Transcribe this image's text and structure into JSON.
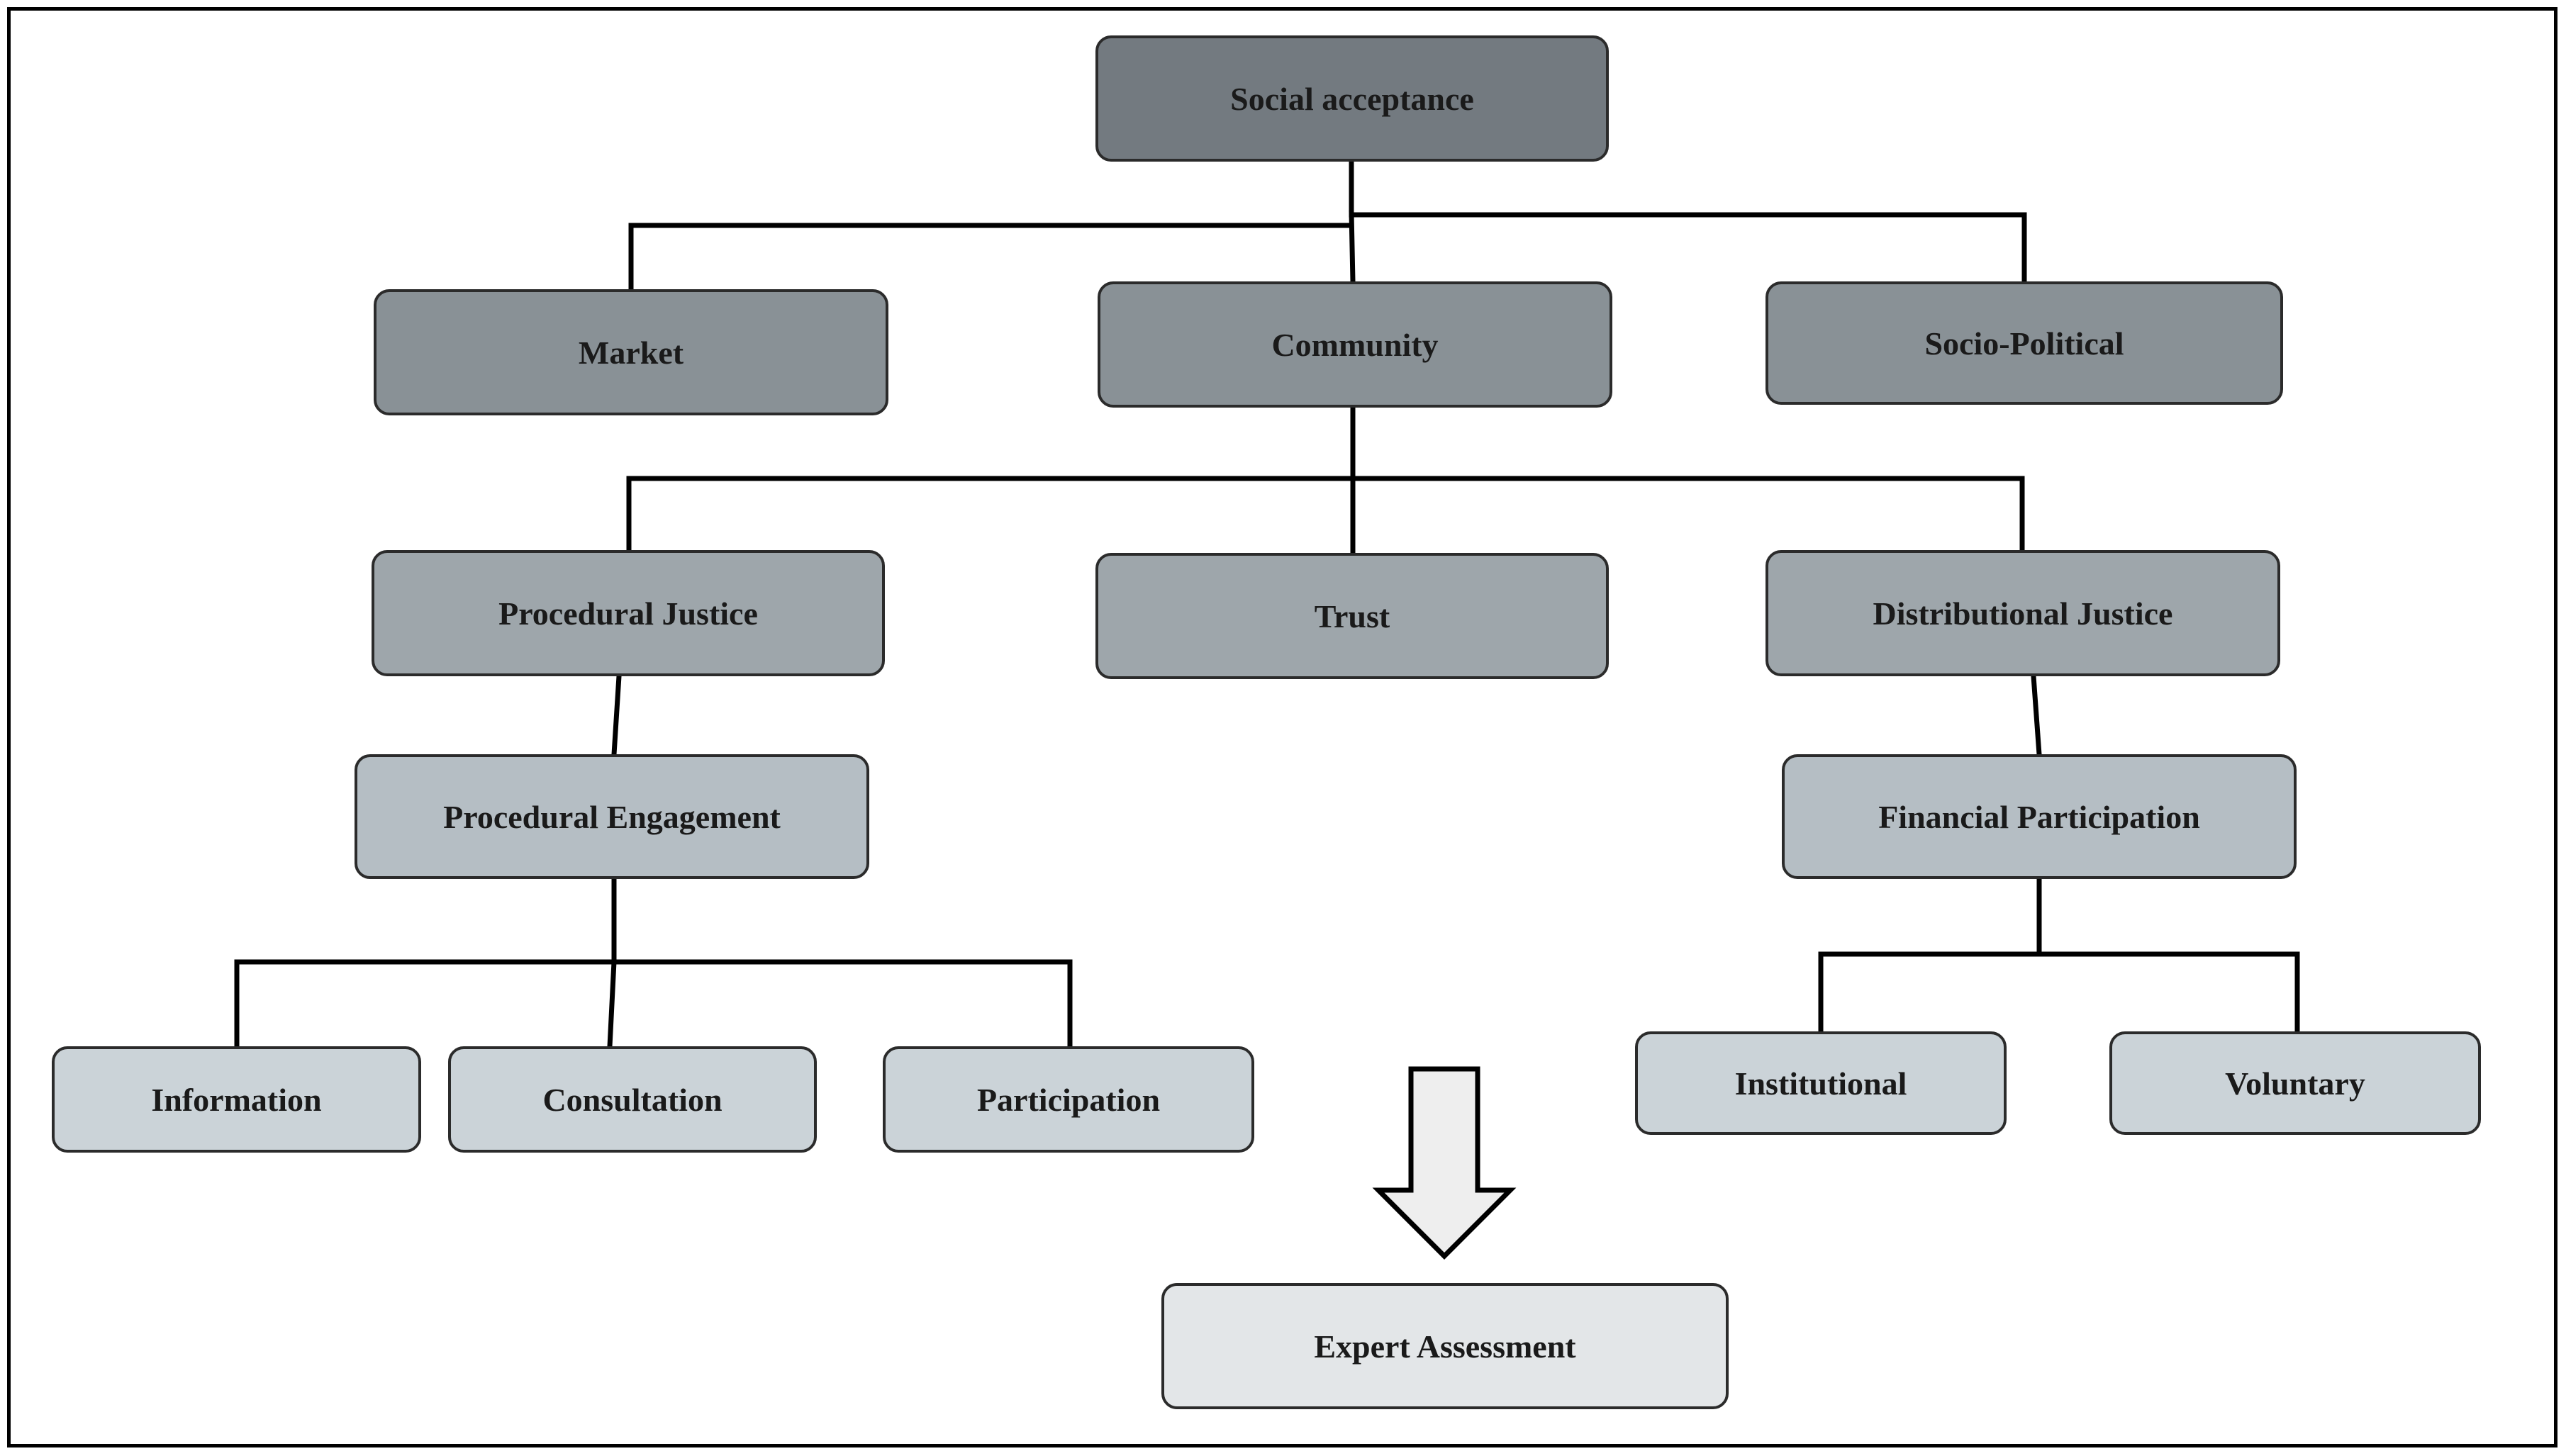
{
  "diagram": {
    "nodes": {
      "social_acceptance": "Social acceptance",
      "market": "Market",
      "community": "Community",
      "socio_political": "Socio-Political",
      "procedural_justice": "Procedural Justice",
      "trust": "Trust",
      "distributional_justice": "Distributional Justice",
      "procedural_engagement": "Procedural Engagement",
      "financial_participation": "Financial Participation",
      "information": "Information",
      "consultation": "Consultation",
      "participation": "Participation",
      "institutional": "Institutional",
      "voluntary": "Voluntary",
      "expert_assessment": "Expert Assessment"
    },
    "edges": [
      [
        "Social acceptance",
        "Market"
      ],
      [
        "Social acceptance",
        "Community"
      ],
      [
        "Social acceptance",
        "Socio-Political"
      ],
      [
        "Community",
        "Procedural Justice"
      ],
      [
        "Community",
        "Trust"
      ],
      [
        "Community",
        "Distributional Justice"
      ],
      [
        "Procedural Justice",
        "Procedural Engagement"
      ],
      [
        "Distributional Justice",
        "Financial Participation"
      ],
      [
        "Procedural Engagement",
        "Information"
      ],
      [
        "Procedural Engagement",
        "Consultation"
      ],
      [
        "Procedural Engagement",
        "Participation"
      ],
      [
        "Financial Participation",
        "Institutional"
      ],
      [
        "Financial Participation",
        "Voluntary"
      ]
    ],
    "colors": {
      "level0": "#737a80",
      "level1": "#899196",
      "level2": "#9ea6ab",
      "level3": "#b5bec4",
      "level4": "#cbd3d8",
      "level5": "#e3e6e8",
      "line": "#000000",
      "arrow_fill": "#eeeeee"
    }
  }
}
